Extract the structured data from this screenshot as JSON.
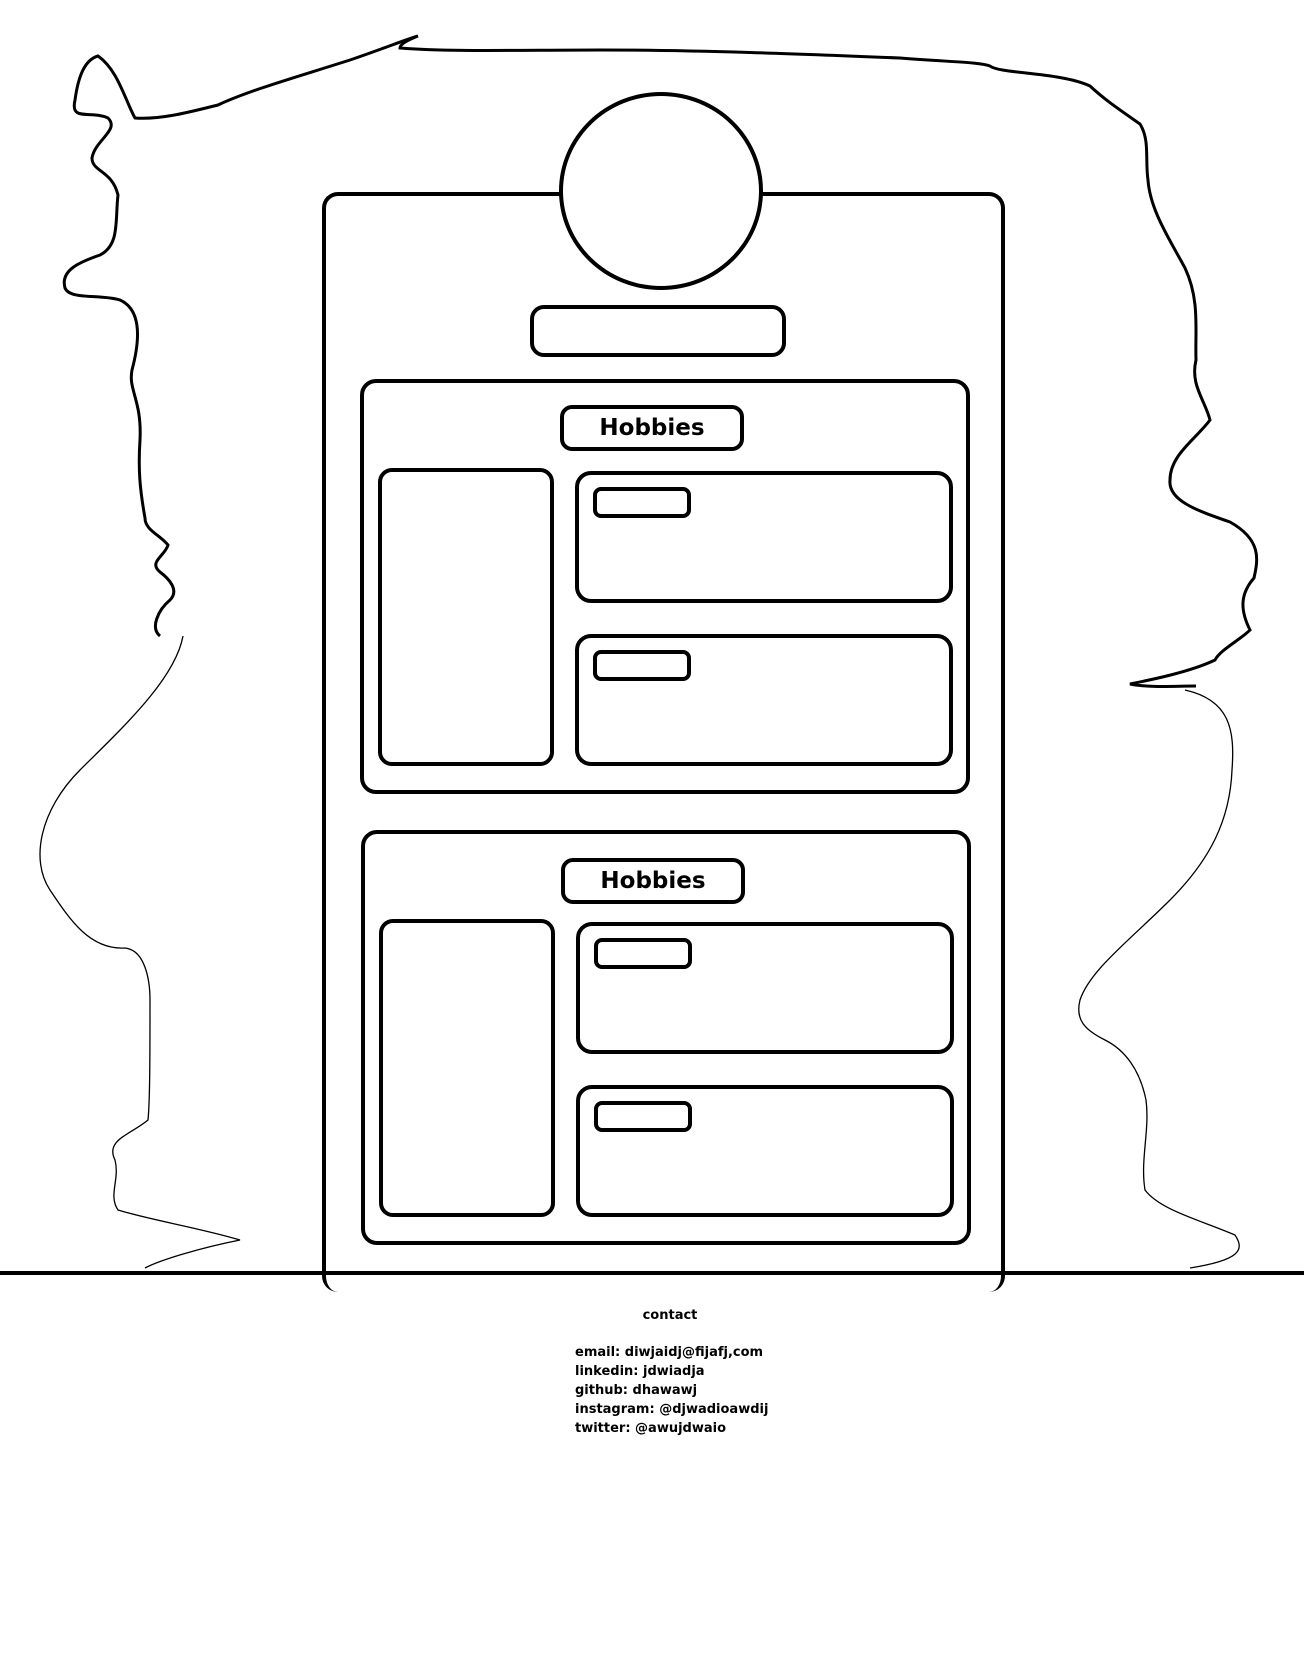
{
  "sections": [
    {
      "title": "Hobbies"
    },
    {
      "title": "Hobbies"
    }
  ],
  "contact": {
    "title": "contact",
    "lines": [
      "email: diwjaidj@fijafj,com",
      "linkedin: jdwiadja",
      "github: dhawawj",
      "instagram: @djwadioawdij",
      "twitter: @awujdwaio"
    ]
  }
}
